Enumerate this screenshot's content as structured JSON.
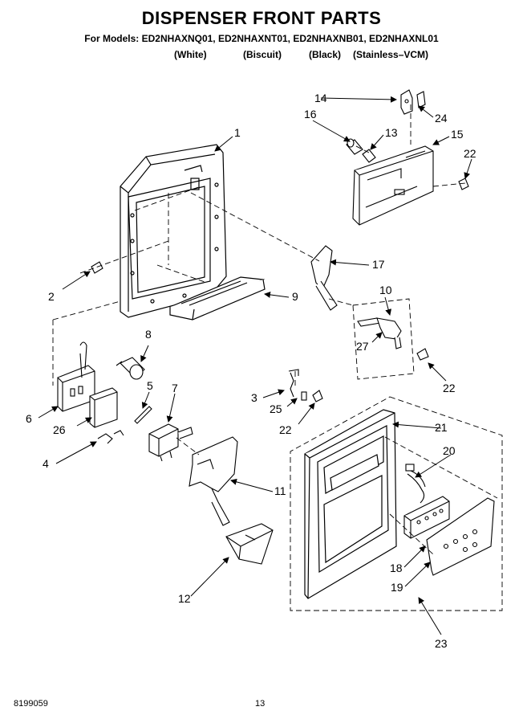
{
  "title": "DISPENSER FRONT PARTS",
  "models_line": "For Models: ED2NHAXNQ01, ED2NHAXNT01, ED2NHAXNB01, ED2NHAXNL01",
  "colors": [
    "(White)",
    "(Biscuit)",
    "(Black)",
    "(Stainless–VCM)"
  ],
  "footer": {
    "doc_number": "8199059",
    "page_number": "13"
  },
  "callouts": {
    "c1": "1",
    "c2": "2",
    "c3": "3",
    "c4": "4",
    "c5": "5",
    "c6": "6",
    "c7": "7",
    "c8": "8",
    "c9": "9",
    "c10": "10",
    "c11": "11",
    "c12": "12",
    "c13": "13",
    "c14": "14",
    "c15": "15",
    "c16": "16",
    "c17": "17",
    "c18": "18",
    "c19": "19",
    "c20": "20",
    "c21": "21",
    "c22a": "22",
    "c22b": "22",
    "c22c": "22",
    "c23": "23",
    "c24": "24",
    "c25": "25",
    "c26": "26",
    "c27": "27"
  }
}
